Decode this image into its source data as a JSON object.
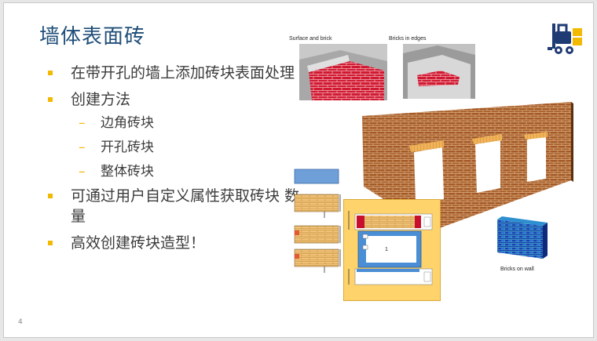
{
  "slide": {
    "title": "墙体表面砖",
    "bullets": [
      {
        "text": "在带开孔的墙上添加砖块表面处理"
      },
      {
        "text": "创建方法",
        "sub": [
          "边角砖块",
          "开孔砖块",
          "整体砖块"
        ]
      },
      {
        "text": "可通过用户自定义属性获取砖块 数量"
      },
      {
        "text": "高效创建砖块造型！"
      }
    ],
    "page_number": "4"
  },
  "figures": {
    "surface_label": "Surface and brick",
    "edges_label": "Bricks in edges",
    "wall_label": "Bricks on wall",
    "dialog_counter": "1"
  },
  "colors": {
    "title": "#1f4e79",
    "bullet": "#f3b800",
    "brick_red": "#c8102e",
    "brick_wall": "#9b4d1c",
    "dialog_bg": "#ffd36b",
    "blue_bricks": "#1b3fae"
  }
}
